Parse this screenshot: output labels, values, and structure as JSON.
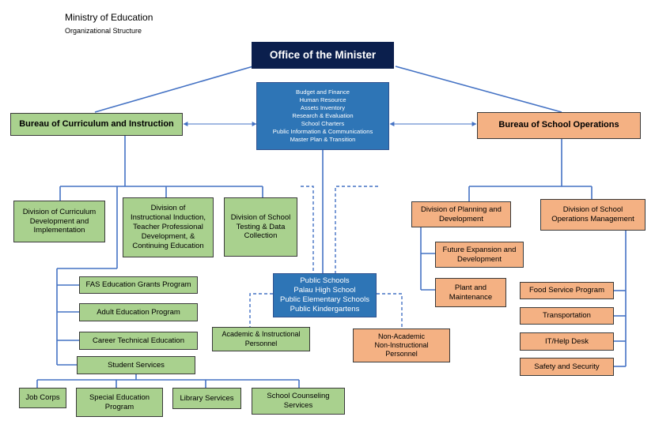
{
  "header": {
    "title": "Ministry of Education",
    "subtitle": "Organizational Structure"
  },
  "minister": {
    "label": "Office of the Minister"
  },
  "support_office": {
    "lines": [
      "Budget and Finance",
      "Human Resource",
      "Assets Inventory",
      "Research & Evaluation",
      "School Charters",
      "Public Information & Communications",
      "Master Plan & Transition"
    ]
  },
  "curriculum_bureau": {
    "label": "Bureau of Curriculum and Instruction",
    "divisions": {
      "curriculum": {
        "lines": [
          "Division of Curriculum",
          "Development and",
          "Implementation"
        ]
      },
      "instructional": {
        "lines": [
          "Division of",
          "Instructional Induction,",
          "Teacher Professional",
          "Development, &",
          "Continuing Education"
        ]
      },
      "testing": {
        "lines": [
          "Division of School",
          "Testing & Data",
          "Collection"
        ]
      }
    },
    "programs": [
      "FAS Education Grants Program",
      "Adult Education Program",
      "Career Technical Education"
    ],
    "student_services": {
      "label": "Student Services",
      "items": [
        {
          "lines": [
            "Job Corps"
          ]
        },
        {
          "lines": [
            "Special Education",
            "Program"
          ]
        },
        {
          "lines": [
            "Library Services"
          ]
        },
        {
          "lines": [
            "School Counseling",
            "Services"
          ]
        }
      ]
    }
  },
  "operations_bureau": {
    "label": "Bureau of School Operations",
    "planning": {
      "lines": [
        "Division of Planning and",
        "Development"
      ],
      "items": [
        {
          "lines": [
            "Future Expansion and",
            "Development"
          ]
        },
        {
          "lines": [
            "Plant and",
            "Maintenance"
          ]
        }
      ]
    },
    "operations_mgmt": {
      "lines": [
        "Division of School",
        "Operations Management"
      ],
      "items": [
        "Food Service Program",
        "Transportation",
        "IT/Help Desk",
        "Safety and Security"
      ]
    }
  },
  "public_schools": {
    "lines": [
      "Public Schools",
      "Palau High School",
      "Public Elementary Schools",
      "Public Kindergartens"
    ],
    "personnel": {
      "academic": {
        "lines": [
          "Academic & Instructional",
          "Personnel"
        ]
      },
      "non_academic": {
        "lines": [
          "Non-Academic",
          "Non-Instructional",
          "Personnel"
        ]
      }
    }
  },
  "colors": {
    "line": "#4472c4",
    "green": "#a9d18e",
    "orange": "#f4b183",
    "blue": "#2e75b6",
    "navy": "#0b1f4d"
  }
}
